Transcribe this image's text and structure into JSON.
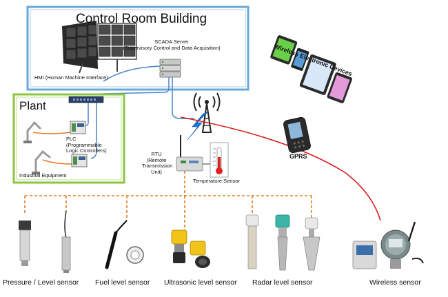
{
  "control_room": {
    "title": "Control Room Building"
  },
  "scada": {
    "line1": "SCADA Server",
    "line2": "(Supervisory Control and Data Acquisition)"
  },
  "hmi": {
    "label": "HMI (Human Machine Interface)"
  },
  "plant": {
    "title": "Plant",
    "plc_line1": "PLC",
    "plc_line2": "(Programmable",
    "plc_line3": "Logic Controllers)",
    "equipment_label": "Industrial Equipment"
  },
  "wireless_devices": {
    "label": "Wireless Electronic Devices"
  },
  "gprs": {
    "label": "GPRS"
  },
  "rtu": {
    "line1": "RTU",
    "line2": "(Remote",
    "line3": "Transmission",
    "line4": "Unit)"
  },
  "temperature": {
    "label": "Temperature Sensor"
  },
  "sensors": {
    "pressure": "Pressure / Level sensor",
    "fuel": "Fuel level sensor",
    "ultrasonic": "Ultrasonic level sensor",
    "radar": "Radar level sensor",
    "wireless": "Wireless sensor"
  },
  "colors": {
    "control_room_border": "#6aa8d8",
    "plant_border": "#8cc63f",
    "wireless_link": "#d82020",
    "bus": "#e07a1a",
    "network_cable": "#4a86c8",
    "plant_cable": "#e87a2a"
  }
}
